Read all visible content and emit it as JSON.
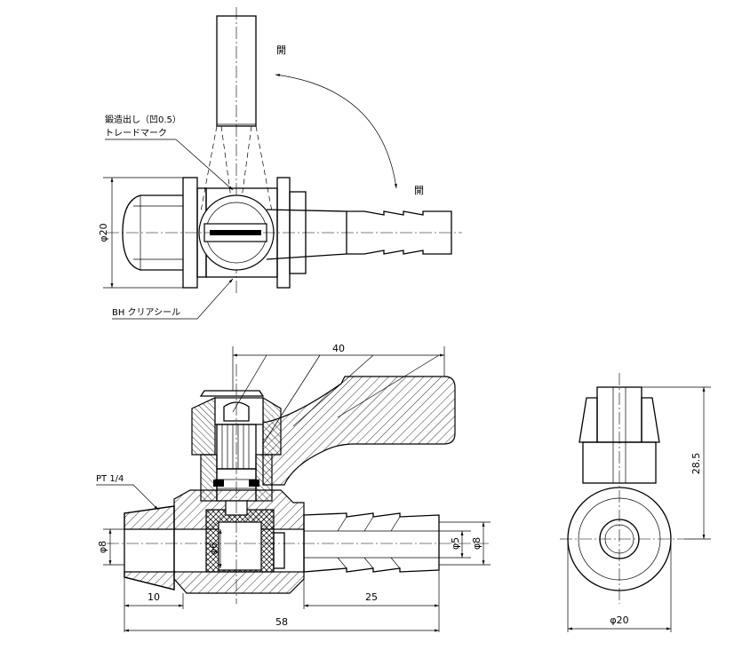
{
  "top_view": {
    "open_label_1": "開",
    "open_label_2": "開",
    "forging_note_line1": "鍛造出し（凹0.5）",
    "forging_note_line2": "トレードマーク",
    "seal_note": "BH クリアシール",
    "dim_dia20": "φ20"
  },
  "section_view": {
    "thread_label": "PT 1/4",
    "dim_40": "40",
    "dim_dia8_left": "φ8",
    "dim_dia6": "φ6",
    "dim_dia5": "φ5",
    "dim_dia8_right": "φ8",
    "dim_10": "10",
    "dim_25": "25",
    "dim_58": "58"
  },
  "side_view": {
    "dim_28_5": "28.5",
    "dim_dia20": "φ20"
  }
}
